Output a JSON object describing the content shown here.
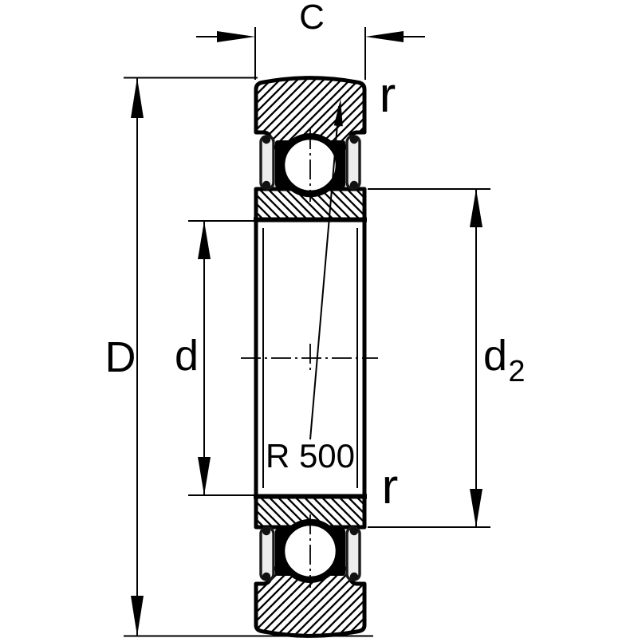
{
  "diagram": {
    "title": "bearing-cross-section-dimension-drawing",
    "labels": {
      "width": "C",
      "outer_diameter": "D",
      "bore_diameter": "d",
      "land_diameter_base": "d",
      "land_diameter_sub": "2",
      "crown_radius": "R 500",
      "corner_radius_top": "r",
      "corner_radius_bottom": "r"
    },
    "colors": {
      "line": "#000000",
      "background": "#ffffff",
      "seal_rubber": "#000000",
      "seal_shield": "#ececec"
    }
  }
}
